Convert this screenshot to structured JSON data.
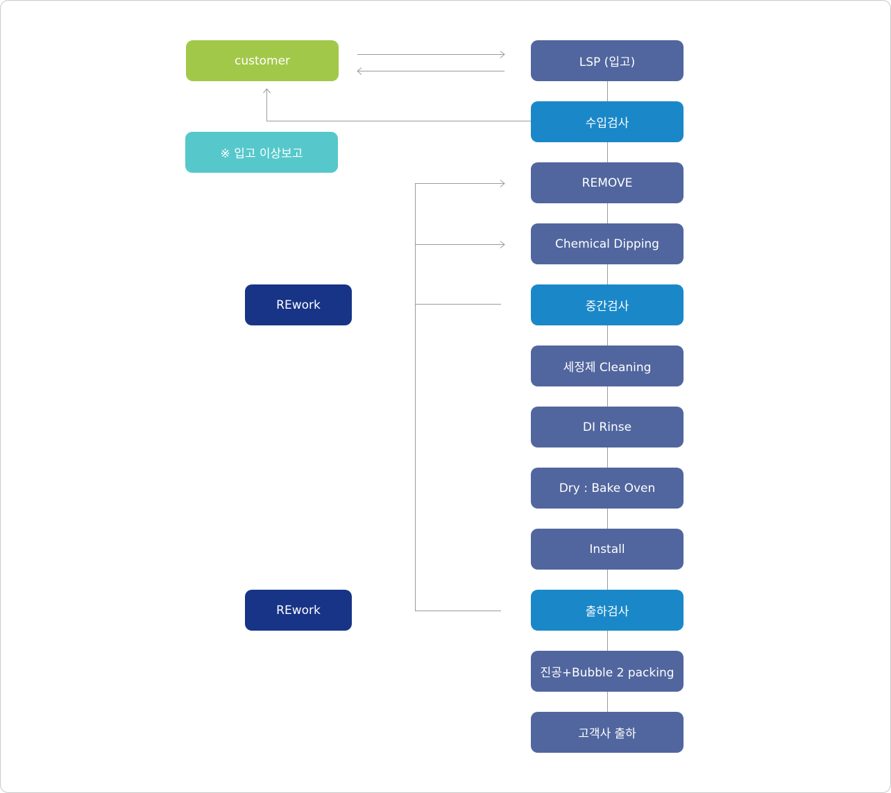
{
  "colors": {
    "process": "#51669e",
    "inspection": "#1a88c8",
    "customer": "#a2c84a",
    "report": "#56c8cb",
    "rework": "#183487",
    "connector": "#9a9a9a"
  },
  "customer": {
    "label": "customer"
  },
  "report_note": {
    "label": "※ 입고 이상보고"
  },
  "rework": [
    {
      "label": "REwork"
    },
    {
      "label": "REwork"
    }
  ],
  "steps": [
    {
      "label": "LSP (입고)"
    },
    {
      "label": "수입검사"
    },
    {
      "label": "REMOVE"
    },
    {
      "label": "Chemical Dipping"
    },
    {
      "label": "중간검사"
    },
    {
      "label": "세정제 Cleaning"
    },
    {
      "label": "DI Rinse"
    },
    {
      "label": "Dry : Bake Oven"
    },
    {
      "label": "Install"
    },
    {
      "label": "출하검사"
    },
    {
      "label": "진공+Bubble 2 packing"
    },
    {
      "label": "고객사 출하"
    }
  ]
}
